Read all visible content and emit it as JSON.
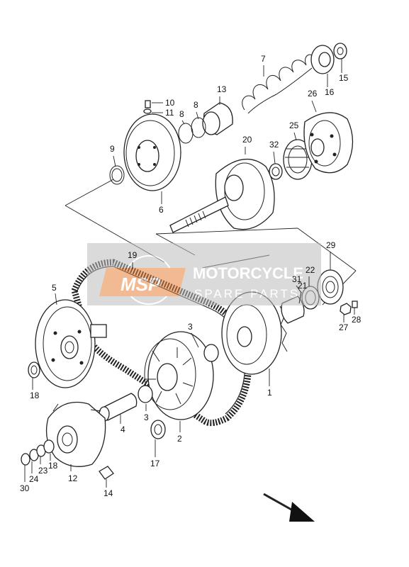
{
  "diagram": {
    "part_labels": [
      "1",
      "2",
      "3",
      "3",
      "4",
      "5",
      "6",
      "7",
      "8",
      "8",
      "9",
      "10",
      "11",
      "12",
      "13",
      "14",
      "15",
      "16",
      "17",
      "18",
      "18",
      "19",
      "20",
      "21",
      "22",
      "23",
      "24",
      "25",
      "26",
      "27",
      "28",
      "29",
      "30",
      "31",
      "32"
    ]
  },
  "watermark": {
    "logo_text": "MSP",
    "title": "MOTORCYCLE",
    "subtitle": "SPARE PARTS",
    "colors": {
      "orange": "#e8823a",
      "grey": "#a9a9a9"
    }
  },
  "arrow": {
    "direction": "front",
    "icon": "direction-arrow-icon"
  }
}
